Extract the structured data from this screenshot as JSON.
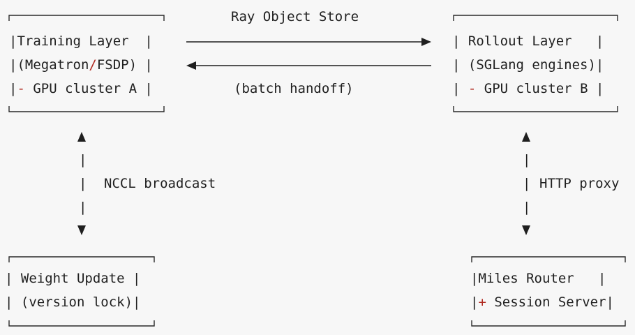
{
  "top_label": "Ray Object Store",
  "bottom_label": "(batch handoff)",
  "left_link_label": "NCCL broadcast",
  "right_link_label": "HTTP proxy",
  "training": {
    "line1": "Training Layer",
    "line2_pre": "(Megatron",
    "line2_slash": "/",
    "line2_post": "FSDP)",
    "line3_dash": "-",
    "line3_text": "GPU cluster A"
  },
  "rollout": {
    "line1": "Rollout Layer",
    "line2": "(SGLang engines)",
    "line3_dash": "-",
    "line3_text": "GPU cluster B"
  },
  "weight": {
    "line1": "Weight Update",
    "line2": "(version lock)"
  },
  "router": {
    "line1": "Miles Router",
    "line2_plus": "+",
    "line2_text": "Session Server"
  },
  "colors": {
    "background": "#f7f7f7",
    "text": "#1f1f1f",
    "accent": "#b0281f"
  }
}
